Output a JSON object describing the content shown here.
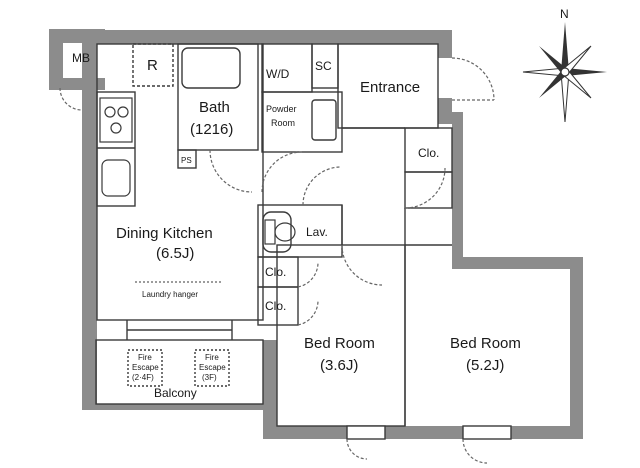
{
  "labels": {
    "mb": "MB",
    "refrigerator": "R",
    "washer_dryer": "W/D",
    "shoe_closet": "SC",
    "entrance": "Entrance",
    "bath": "Bath",
    "bath_size": "(1216)",
    "powder_room_1": "Powder",
    "powder_room_2": "Room",
    "ps": "PS",
    "closet_entrance": "Clo.",
    "dining_kitchen": "Dining Kitchen",
    "dining_kitchen_size": "(6.5J)",
    "laundry_hanger": "Laundry hanger",
    "lavatory": "Lav.",
    "closet_upper": "Clo.",
    "closet_lower": "Clo.",
    "bed_room_1": "Bed Room",
    "bed_room_1_size": "(3.6J)",
    "bed_room_2": "Bed Room",
    "bed_room_2_size": "(5.2J)",
    "fire_escape_1_line1": "Fire",
    "fire_escape_1_line2": "Escape",
    "fire_escape_1_line3": "(2·4F)",
    "fire_escape_2_line1": "Fire",
    "fire_escape_2_line2": "Escape",
    "fire_escape_2_line3": "(3F)",
    "balcony": "Balcony",
    "compass_north": "N"
  },
  "colors": {
    "wall": "#8c8c8c",
    "line": "#3a3a3a",
    "door": "#666666",
    "compass": "#333333"
  }
}
